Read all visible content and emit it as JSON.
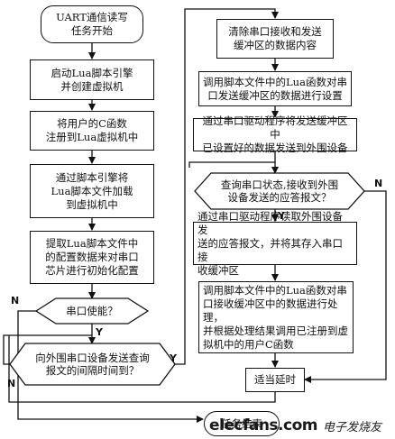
{
  "flowchart": {
    "start": "UART通信读写\n任务开始",
    "steps": {
      "launch_engine": "启动Lua脚本引擎\n并创建虚拟机",
      "register_c": "将用户的C函数\n注册到Lua虚拟机中",
      "load_script": "通过脚本引擎将\nLua脚本文件加载\n到虚拟机中",
      "init_config": "提取Lua脚本文件中\n的配置数据来对串口\n芯片进行初始化配置",
      "clear_buffers": "清除串口接收和发送\n缓冲区的数据内容",
      "set_send_buffer": "调用脚本文件中的Lua函数对串\n口发送缓冲区的数据进行设置",
      "send_data": "通过串口驱动程序将发送缓冲区中\n已设置好的数据发送到外围设备",
      "read_response": "通过串口驱动程序读取外围设备发\n送的应答报文，并将其存入串口接\n收缓冲区",
      "process_data": "调用脚本文件中的Lua函数对串\n口接收缓冲区中的数据进行处理，\n并根据处理结果调用已注册到虚\n拟机中的用户C函数",
      "delay": "适当延时"
    },
    "decisions": {
      "port_enabled": "串口使能？",
      "interval_reached": "向外围串口设备发送查询\n报文的间隔时间到？",
      "response_received": "查询串口状态,接收到外围\n设备发送的应答报文？"
    },
    "end": "任务结束",
    "branch_labels": {
      "yes": "Y",
      "no": "N"
    }
  },
  "watermark": {
    "logo": "elecfans.com",
    "text": "电子发烧友"
  }
}
